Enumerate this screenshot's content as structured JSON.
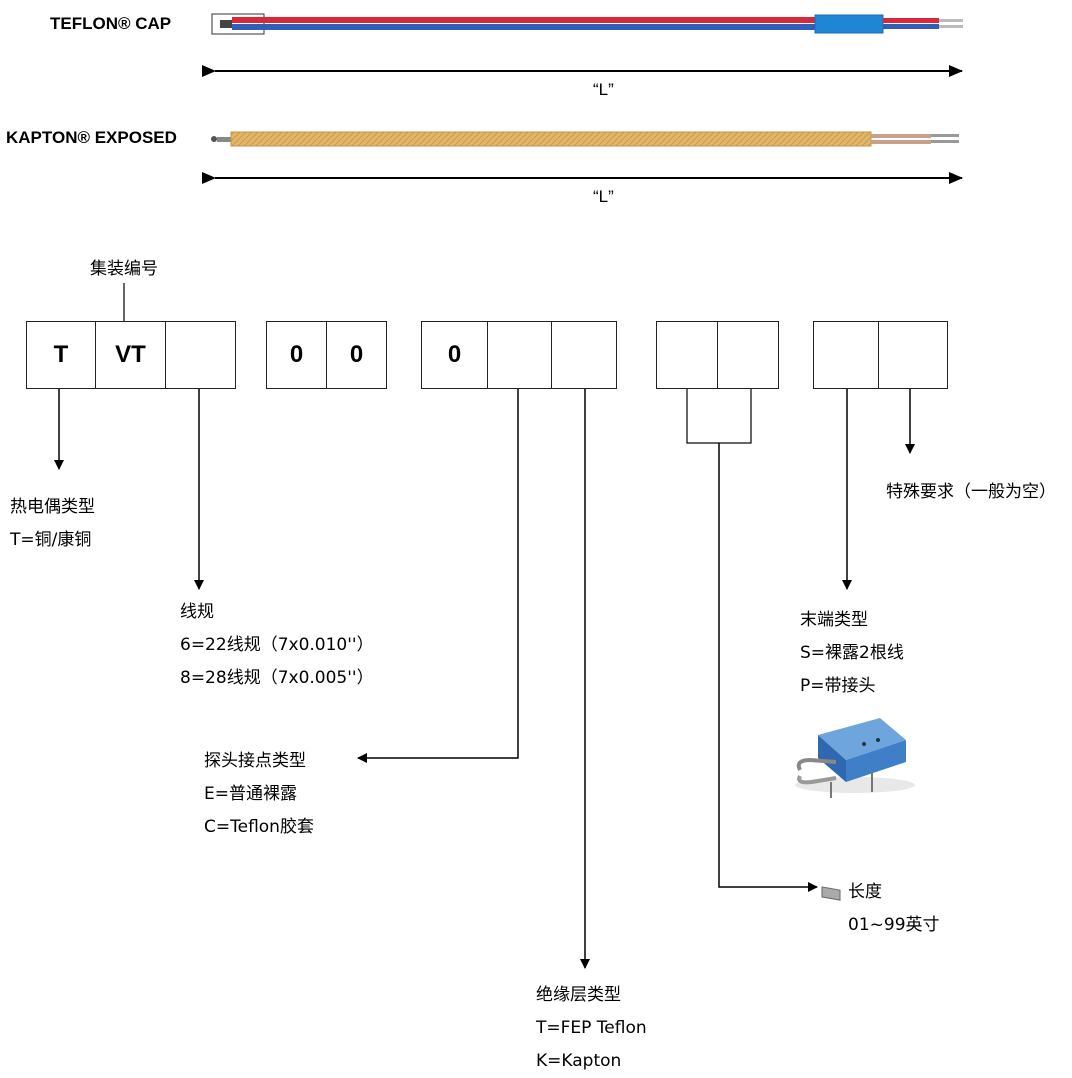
{
  "variants": [
    {
      "label": "TEFLON® CAP",
      "length_label": "“L”"
    },
    {
      "label": "KAPTON® EXPOSED",
      "length_label": "“L”"
    }
  ],
  "code_boxes": [
    "T",
    "VT",
    "",
    "0",
    "0",
    "0",
    "",
    "",
    "",
    "",
    "",
    ""
  ],
  "assembly_label": "集装编号",
  "fields": {
    "thermocouple": {
      "title": "热电偶类型",
      "options": [
        "T=铜/康铜"
      ]
    },
    "gauge": {
      "title": "线规",
      "options": [
        "6=22线规（7x0.010''）",
        "8=28线规（7x0.005''）"
      ]
    },
    "junction": {
      "title": "探头接点类型",
      "options": [
        "E=普通裸露",
        "C=Teflon胶套"
      ]
    },
    "insulation": {
      "title": "绝缘层类型",
      "options": [
        "T=FEP Teflon",
        "K=Kapton"
      ]
    },
    "length": {
      "title": "长度",
      "options": [
        "01~99英寸"
      ]
    },
    "termination": {
      "title": "末端类型",
      "options": [
        "S=裸露2根线",
        "P=带接头"
      ]
    },
    "special": {
      "title": "特殊要求（一般为空）",
      "options": []
    }
  },
  "colors": {
    "wire_red": "#d8283a",
    "wire_blue": "#2f5fb8",
    "teflon_cap": "#1f86d6",
    "kapton": "#e2b66a",
    "connector": "#3f7fc8"
  }
}
